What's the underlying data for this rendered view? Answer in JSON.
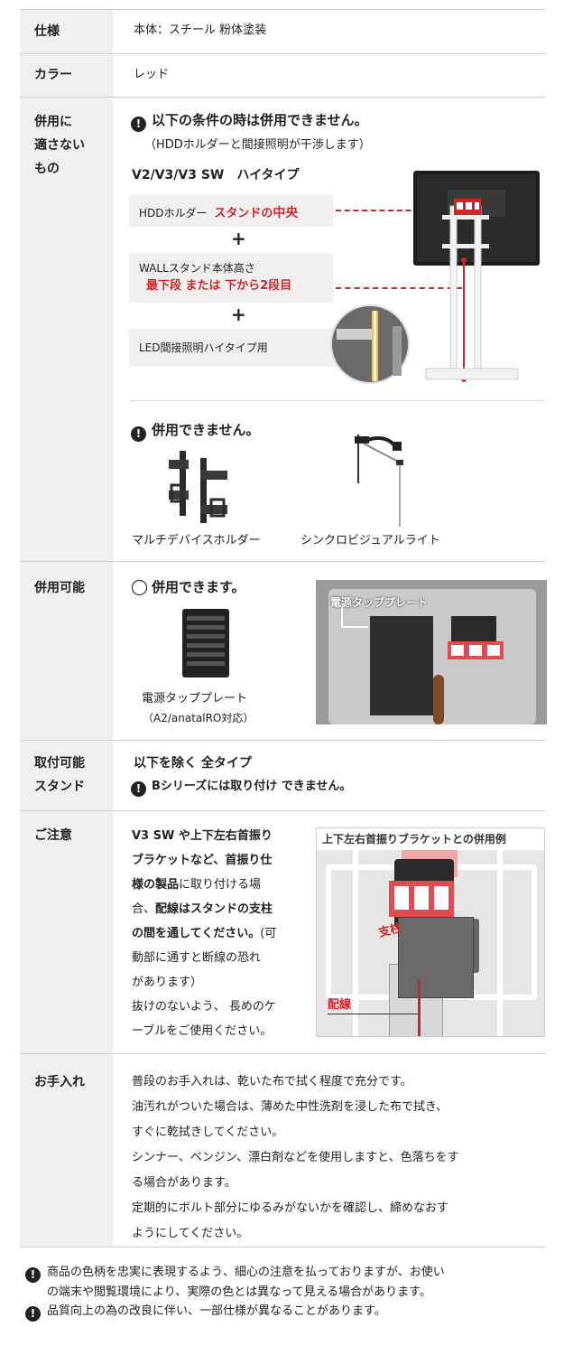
{
  "rows": {
    "spec": {
      "label": "仕様",
      "value": "本体：スチール 粉体塗装"
    },
    "color": {
      "label": "カラー",
      "value": "レッド"
    },
    "incompatible": {
      "label_lines": [
        "併用に",
        "適さない",
        "もの"
      ],
      "warning_title": "以下の条件の時は併用できません。",
      "warning_sub": "（HDDホルダーと間接照明が干渉します）",
      "model": "V2/V3/V3 SW　ハイタイプ",
      "cond1": {
        "a": "HDDホルダー",
        "b": "スタンドの",
        "c": "中央"
      },
      "plus": "+",
      "cond2": {
        "line1": "WALLスタンド本体高さ",
        "a": "最下段",
        "b": "または",
        "c": "下から2段目"
      },
      "cond3": "LED間接照明ハイタイプ用",
      "cannot_title": "併用できません。",
      "item1": "マルチデバイスホルダー",
      "item2": "シンクロビジュアルライト"
    },
    "compatible": {
      "label": "併用可能",
      "title": "併用できます。",
      "item": "電源タッププレート",
      "item_sub": "（A2/anatalRO対応）",
      "photo_label": "電源タッププレート"
    },
    "stands": {
      "label_lines": [
        "取付可能",
        "スタンド"
      ],
      "line1": "以下を除く 全タイプ",
      "line2": "Bシリーズには取り付け できません。"
    },
    "caution": {
      "label": "ご注意",
      "lines": [
        {
          "t": "V3 SW や上下左右首振り",
          "b": true
        },
        {
          "t": "ブラケットなど、首振り仕",
          "b": true
        },
        {
          "t": "様の製品に取り付ける場",
          "b": "partial",
          "bold": "様の製品",
          "rest": "に取り付ける場"
        },
        {
          "t": "合、配線はスタンドの支柱",
          "b": "partial2",
          "pre": "合、",
          "bold": "配線はスタンドの支柱"
        },
        {
          "t": "の間を通してください。(可",
          "b": "partial3",
          "bold": "の間を通してください。",
          "rest": "(可"
        },
        {
          "t": "動部に通すと断線の恐れ",
          "b": false
        },
        {
          "t": "があります）",
          "b": false
        },
        {
          "t": "抜けのないよう、 長めのケ",
          "b": false
        },
        {
          "t": "ーブルをご使用ください。",
          "b": false
        }
      ],
      "photo_title": "上下左右首振りブラケットとの併用例",
      "photo_pillar": "支柱",
      "photo_wire": "配線"
    },
    "care": {
      "label": "お手入れ",
      "lines": [
        "普段のお手入れは、乾いた布で拭く程度で充分です。",
        "油汚れがついた場合は、薄めた中性洗剤を浸した布で拭き、",
        "すぐに乾拭きしてください。",
        "シンナー、ベンジン、漂白剤などを使用しますと、色落ちをす",
        "る場合があります。",
        "定期的にボルト部分にゆるみがないかを確認し、締めなおす",
        "ようにしてください。"
      ]
    }
  },
  "footnotes": {
    "n1a": "商品の色柄を忠実に表現するよう、細心の注意を払っておりますが、お使い",
    "n1b": "の端末や閲覧環境により、実際の色とは異なって見える場合があります。",
    "n2": "品質向上の為の改良に伴い、一部仕様が異なることがあります。"
  },
  "icons": {
    "excl": "!",
    "circle": "◯"
  },
  "colors": {
    "accent": "#d0262a",
    "label_bg": "#efefef"
  }
}
